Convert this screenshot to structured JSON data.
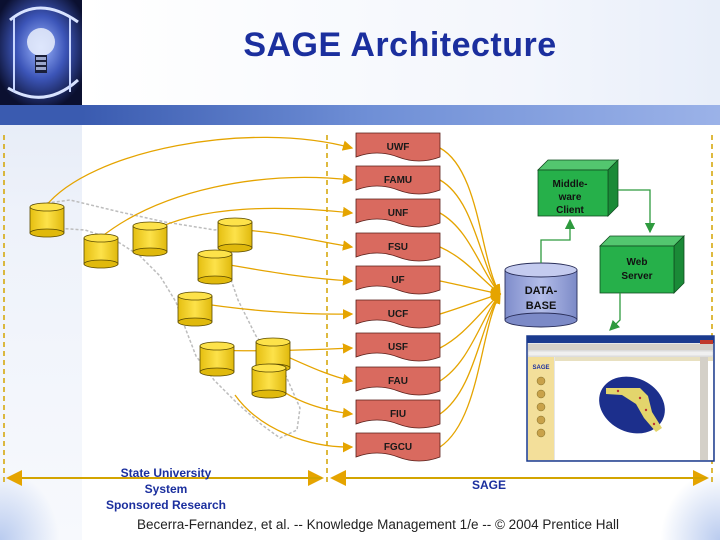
{
  "slide": {
    "title": "SAGE Architecture",
    "footer": "Becerra-Fernandez, et al. -- Knowledge Management 1/e -- © 2004 Prentice Hall"
  },
  "diagram": {
    "universities": [
      "UWF",
      "FAMU",
      "UNF",
      "FSU",
      "UF",
      "UCF",
      "USF",
      "FAU",
      "FIU",
      "FGCU"
    ],
    "database": {
      "line1": "DATA-",
      "line2": "BASE"
    },
    "middleware": {
      "line1": "Middle-",
      "line2": "ware",
      "line3": "Client"
    },
    "webserver": {
      "line1": "Web",
      "line2": "Server"
    },
    "left_label": {
      "line1": "State University",
      "line2": "System",
      "line3": "Sponsored Research"
    },
    "right_label": "SAGE",
    "screenshot_logo": "SAGE",
    "colors": {
      "doc_fill": "#d96a5f",
      "cyl_fill": "#f4d21a",
      "db_fill": "#8e9bd6",
      "box_fill": "#26b04a",
      "arrow": "#e5a400",
      "label_blue": "#1b2f9e"
    }
  }
}
